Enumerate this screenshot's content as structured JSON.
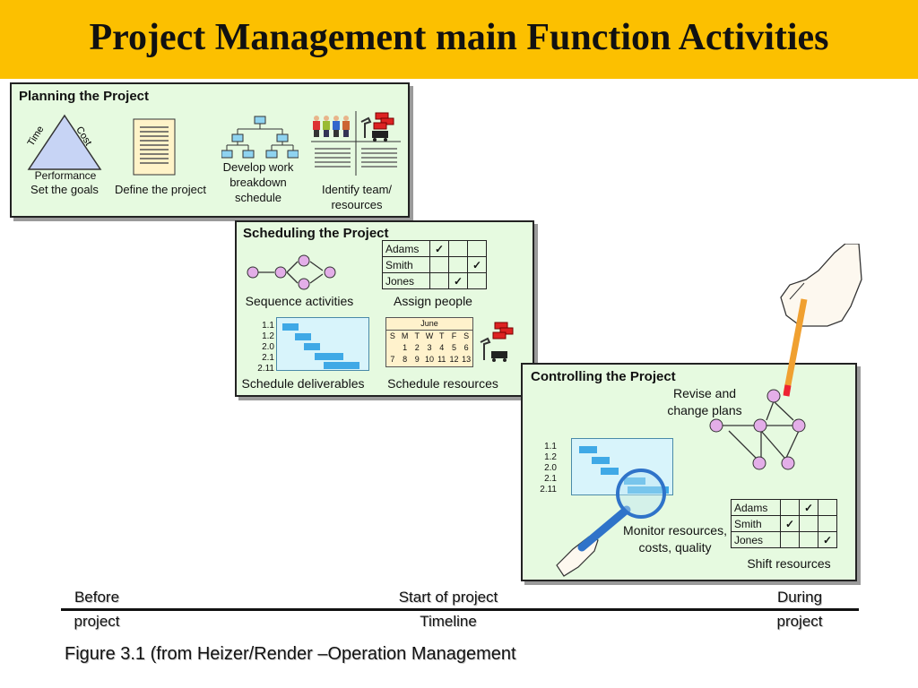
{
  "title": "Project Management main Function Activities",
  "planning": {
    "title": "Planning the Project",
    "triangle": {
      "left": "Time",
      "right": "Cost",
      "bottom": "Performance"
    },
    "labels": {
      "goals": "Set the goals",
      "define": "Define the project",
      "wbs": [
        "Develop work",
        "breakdown",
        "schedule"
      ],
      "team": [
        "Identify team/",
        "resources"
      ]
    }
  },
  "scheduling": {
    "title": "Scheduling the Project",
    "sequence_label": "Sequence activities",
    "assign_label": "Assign people",
    "names": [
      "Adams",
      "Smith",
      "Jones"
    ],
    "gantt_rows": [
      "1.1",
      "1.2",
      "2.0",
      "2.1",
      "2.11"
    ],
    "deliverables_label": "Schedule deliverables",
    "calendar": {
      "month": "June",
      "days_header": [
        "S",
        "M",
        "T",
        "W",
        "T",
        "F",
        "S"
      ],
      "week1": [
        "",
        "1",
        "2",
        "3",
        "4",
        "5",
        "6"
      ],
      "week2": [
        "7",
        "8",
        "9",
        "10",
        "11",
        "12",
        "13"
      ]
    },
    "resources_label": "Schedule resources"
  },
  "controlling": {
    "title": "Controlling the Project",
    "revise_label": [
      "Revise and",
      "change plans"
    ],
    "gantt_rows": [
      "1.1",
      "1.2",
      "2.0",
      "2.1",
      "2.11"
    ],
    "monitor_label": [
      "Monitor resources,",
      "costs, quality"
    ],
    "names": [
      "Adams",
      "Smith",
      "Jones"
    ],
    "shift_label": "Shift resources"
  },
  "timeline": {
    "before": [
      "Before",
      "project"
    ],
    "start": [
      "Start of project",
      "Timeline"
    ],
    "during": [
      "During",
      "project"
    ]
  },
  "caption": "Figure 3.1 (from Heizer/Render –Operation Management"
}
